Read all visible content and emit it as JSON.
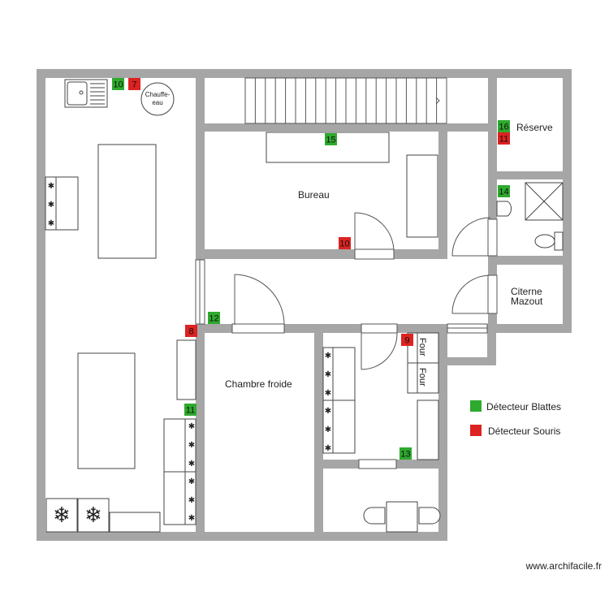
{
  "rooms": {
    "chauffe_eau": "Chauffe-eau",
    "reserve": "Réserve",
    "bureau": "Bureau",
    "citerne_line1": "Citerne",
    "citerne_line2": "Mazout",
    "chambre_froide": "Chambre froide"
  },
  "equipment": {
    "four_1": "Four",
    "four_2": "Four"
  },
  "detectors": [
    {
      "id": "blattes-10",
      "type": "blattes",
      "label": "10"
    },
    {
      "id": "souris-7",
      "type": "souris",
      "label": "7"
    },
    {
      "id": "blattes-15",
      "type": "blattes",
      "label": "15"
    },
    {
      "id": "blattes-16",
      "type": "blattes",
      "label": "16"
    },
    {
      "id": "souris-11-reserve",
      "type": "souris",
      "label": "11"
    },
    {
      "id": "blattes-14",
      "type": "blattes",
      "label": "14"
    },
    {
      "id": "souris-10",
      "type": "souris",
      "label": "10"
    },
    {
      "id": "blattes-12",
      "type": "blattes",
      "label": "12"
    },
    {
      "id": "souris-8",
      "type": "souris",
      "label": "8"
    },
    {
      "id": "souris-9",
      "type": "souris",
      "label": "9"
    },
    {
      "id": "blattes-11",
      "type": "blattes",
      "label": "11"
    },
    {
      "id": "blattes-13",
      "type": "blattes",
      "label": "13"
    }
  ],
  "legend": {
    "blattes": "Détecteur Blattes",
    "souris": "Détecteur Souris"
  },
  "colors": {
    "wall": "#a6a6a6",
    "blattes": "#2eaa2e",
    "souris": "#dd2222",
    "furniture_stroke": "#444444"
  },
  "credit": "www.archifacile.fr"
}
